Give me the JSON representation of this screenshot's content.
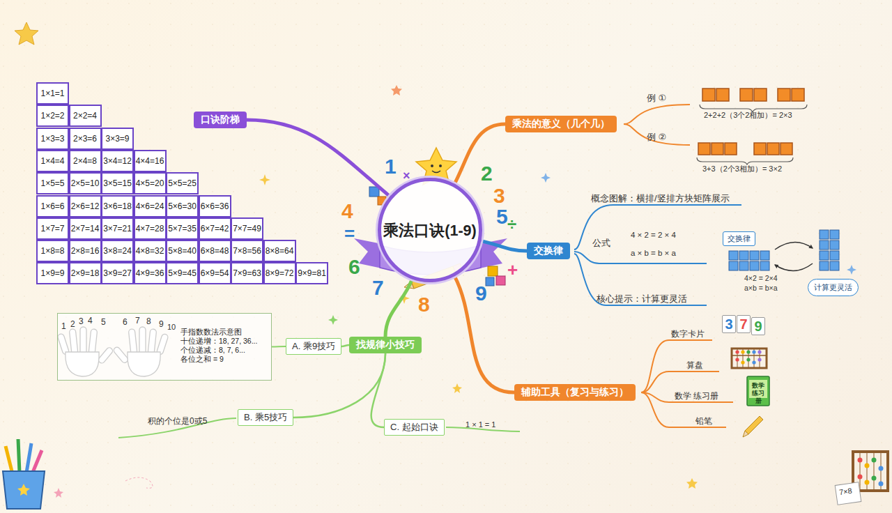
{
  "diagram": {
    "nodes": [
      {
        "text": [
          "乘法口诀(1-9)"
        ]
      },
      {
        "text": [
          "口诀阶梯"
        ]
      },
      {
        "text": [
          "乘法的意义（几个几）"
        ]
      },
      {
        "text": [
          "交换律"
        ]
      },
      {
        "text": [
          "辅助工具（复习与练习）"
        ]
      },
      {
        "text": [
          "找规律小技巧"
        ]
      },
      {
        "text": [
          "A. 乘9技巧"
        ]
      },
      {
        "text": [
          "B. 乘5技巧"
        ]
      },
      {
        "text": [
          "C. 起始口诀"
        ]
      },
      {
        "text": [
          "手指数数法示意图",
          "十位递增：18, 27, 36...",
          "个位递减：8, 7, 6...",
          "各位之和 = 9"
        ]
      },
      {
        "text": [
          "交换律"
        ]
      },
      {
        "text": [
          "计算更灵活"
        ]
      }
    ],
    "edges": [
      {
        "from": 0,
        "to": 1,
        "arrow": "none"
      },
      {
        "from": 0,
        "to": 2,
        "arrow": "none"
      },
      {
        "from": 0,
        "to": 3,
        "arrow": "none"
      },
      {
        "from": 0,
        "to": 4,
        "arrow": "none"
      },
      {
        "from": 0,
        "to": 5,
        "arrow": "none"
      },
      {
        "from": 5,
        "to": 6,
        "arrow": "none"
      },
      {
        "from": 5,
        "to": 7,
        "arrow": "none"
      },
      {
        "from": 5,
        "to": 8,
        "arrow": "none"
      },
      {
        "from": 6,
        "to": 9,
        "arrow": "none"
      }
    ],
    "labels": [
      "1×1=1",
      "1×2=2",
      "2×2=4",
      "1×3=3",
      "2×3=6",
      "3×3=9",
      "1×4=4",
      "2×4=8",
      "3×4=12",
      "4×4=16",
      "1×5=5",
      "2×5=10",
      "3×5=15",
      "4×5=20",
      "5×5=25",
      "1×6=6",
      "2×6=12",
      "3×6=18",
      "4×6=24",
      "5×6=30",
      "6×6=36",
      "1×7=7",
      "2×7=14",
      "3×7=21",
      "4×7=28",
      "5×7=35",
      "6×7=42",
      "7×7=49",
      "1×8=8",
      "2×8=16",
      "3×8=24",
      "4×8=32",
      "5×8=40",
      "6×8=48",
      "7×8=56",
      "8×8=64",
      "1×9=9",
      "2×9=18",
      "3×9=27",
      "4×9=36",
      "5×9=45",
      "6×9=54",
      "7×9=63",
      "8×9=72",
      "9×9=81",
      "例 ①",
      "2+2+2（3个2相加）= 2×3",
      "例 ②",
      "3+3（2个3相加）= 3×2",
      "概念图解：横排/竖排方块矩阵展示",
      "公式",
      "4 × 2 = 2 × 4",
      "a × b = b × a",
      "4×2 = 2×4",
      "a×b = b×a",
      "核心提示：计算更灵活",
      "数字卡片",
      "3",
      "7",
      "9",
      "算盘",
      "数学 练习册",
      "数学 练习册",
      "铅笔",
      "积的个位是0或5",
      "1 × 1 = 1",
      "1",
      "2",
      "3",
      "4",
      "5",
      "6",
      "7",
      "8",
      "9",
      "10",
      "1",
      "×",
      "2",
      "3",
      "4",
      "5",
      "÷",
      "=",
      "+",
      "6",
      "7",
      "8",
      "9",
      "7×8"
    ]
  }
}
